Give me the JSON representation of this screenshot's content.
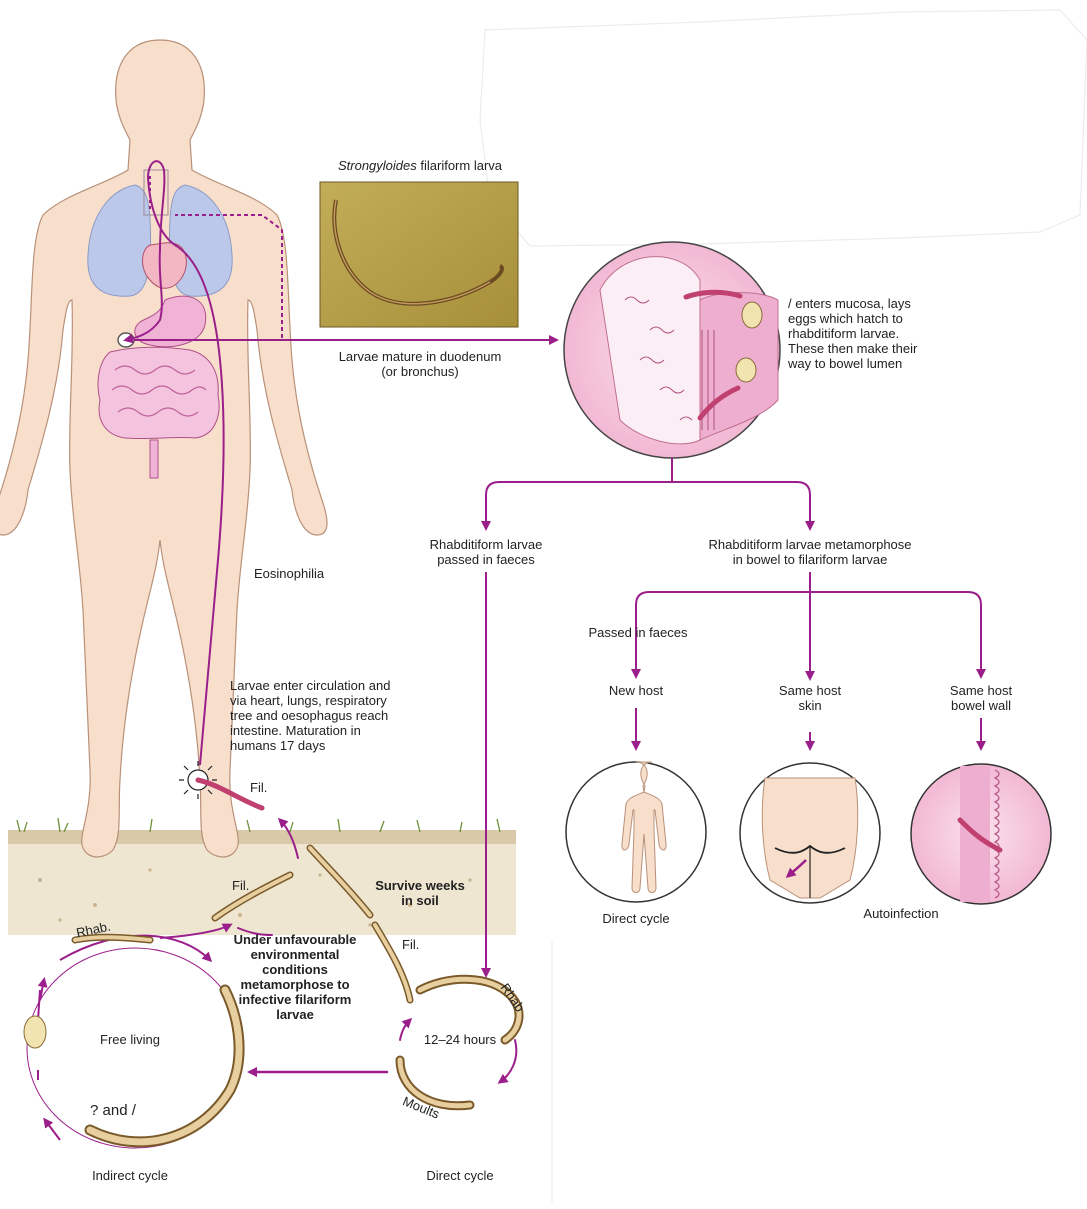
{
  "photo": {
    "title_italic": "Strongyloides",
    "title_rest": " filariform larva"
  },
  "labels": {
    "duodenum_line1": "Larvae mature in duodenum",
    "duodenum_line2": "(or bronchus)",
    "mucosa_lines": [
      "/ enters mucosa, lays",
      "eggs which hatch to",
      "rhabditiform larvae.",
      "These then make their",
      "way to bowel lumen"
    ],
    "rhab_passed_lines": [
      "Rhabditiform larvae",
      "passed in faeces"
    ],
    "rhab_meta_lines": [
      "Rhabditiform larvae metamorphose",
      "in bowel to filariform larvae"
    ],
    "passed_in_faeces": "Passed in faeces",
    "new_host": "New host",
    "same_host_skin_lines": [
      "Same host",
      "skin"
    ],
    "same_host_bowel_lines": [
      "Same host",
      "bowel wall"
    ],
    "direct_cycle_right": "Direct cycle",
    "autoinfection": "Autoinfection",
    "eosinophilia": "Eosinophilia",
    "circulation_lines": [
      "Larvae enter circulation and",
      "via heart, lungs, respiratory",
      "tree and oesophagus reach",
      "intestine. Maturation in",
      "humans 17 days"
    ],
    "fil_skin": "Fil.",
    "fil_left": "Fil.",
    "fil_right": "Fil.",
    "survive_lines": [
      "Survive weeks",
      "in soil"
    ],
    "rhab_left": "Rhab.",
    "rhab_right": "Rhab",
    "unfavourable_lines": [
      "Under unfavourable",
      "environmental",
      "conditions",
      "metamorphose to",
      "infective filariform",
      "larvae"
    ],
    "free_living": "Free living",
    "sexes": "? and /",
    "hours": "12–24 hours",
    "moults": "Moults",
    "indirect_cycle": "Indirect cycle",
    "direct_cycle_bottom": "Direct cycle"
  },
  "colors": {
    "arrow": "#9b1f8a",
    "skin": "#f7dcc8",
    "skin_stroke": "#b88c72",
    "lung": "#bcc8ea",
    "gut": "#f0b3d6",
    "tissue": "#f6c5dc",
    "photo_bg": "#b8a24a",
    "soil": "#ece2cc"
  }
}
